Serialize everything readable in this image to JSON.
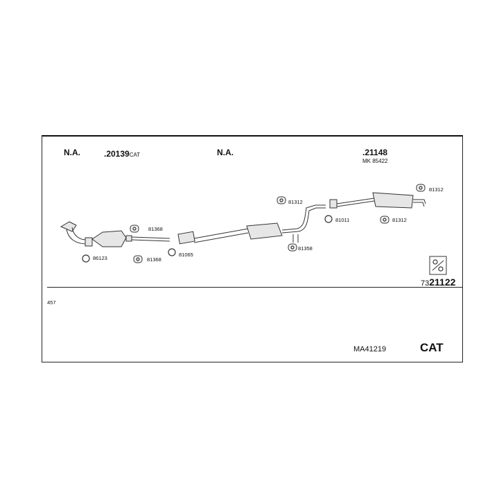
{
  "header": {
    "na_left": "N.A.",
    "part_20139_num": ".20139",
    "part_20139_suffix": "CAT",
    "na_mid": "N.A.",
    "part_21148": ".21148",
    "mk_label": "MK 85422"
  },
  "parts": {
    "p81368_top": "81368",
    "p86123": "86123",
    "p81368_bottom": "81368",
    "p81065": "81065",
    "p81312_mid": "81312",
    "p81358": "81358",
    "p81011": "81011",
    "p81312_right_top": "81312",
    "p81312_right_bottom": "81312"
  },
  "catalog": {
    "prefix": "73",
    "number": "21122"
  },
  "footer": {
    "code_457": "457",
    "model": "MA41219",
    "cat": "CAT"
  }
}
